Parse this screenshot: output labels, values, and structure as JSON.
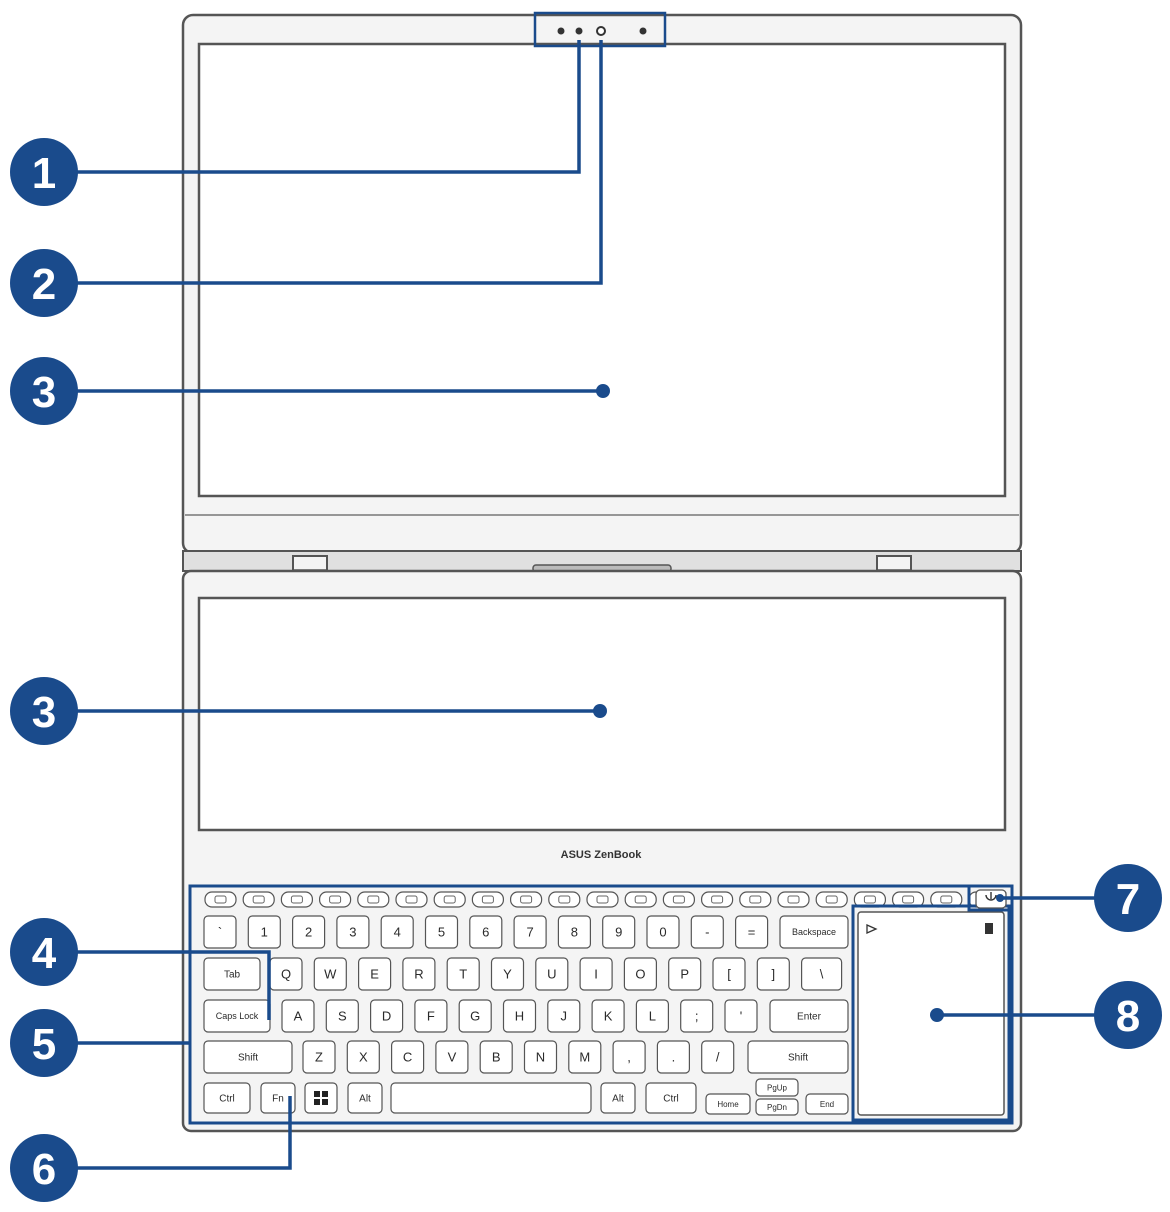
{
  "brand_label": "ASUS ZenBook",
  "callout_color": "#1a4b8c",
  "line_color": "#1a4b8c",
  "callouts": [
    {
      "label": "1"
    },
    {
      "label": "2"
    },
    {
      "label": "3"
    },
    {
      "label": "3"
    },
    {
      "label": "4"
    },
    {
      "label": "5"
    },
    {
      "label": "6"
    },
    {
      "label": "7"
    },
    {
      "label": "8"
    }
  ],
  "keyboard": {
    "number_row": [
      "`",
      "1",
      "2",
      "3",
      "4",
      "5",
      "6",
      "7",
      "8",
      "9",
      "0",
      "-",
      "=",
      "Backspace"
    ],
    "qwerty_row": [
      "Tab",
      "Q",
      "W",
      "E",
      "R",
      "T",
      "Y",
      "U",
      "I",
      "O",
      "P",
      "[",
      "]",
      "\\"
    ],
    "home_row": [
      "Caps Lock",
      "A",
      "S",
      "D",
      "F",
      "G",
      "H",
      "J",
      "K",
      "L",
      ";",
      "'",
      "Enter"
    ],
    "shift_row": [
      "Shift",
      "Z",
      "X",
      "C",
      "V",
      "B",
      "N",
      "M",
      ",",
      ".",
      "/",
      "Shift"
    ],
    "bottom_row": [
      "Ctrl",
      "Fn",
      "",
      "Alt",
      "",
      "Alt",
      "Ctrl",
      "PgUp",
      "Home",
      "PgDn",
      "End"
    ]
  }
}
